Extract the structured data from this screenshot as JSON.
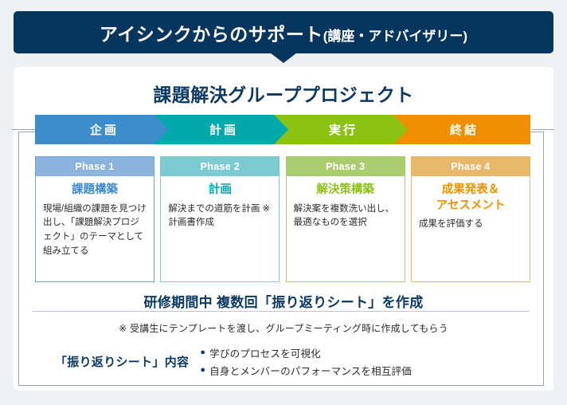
{
  "banner": {
    "title_main": "アイシンクからのサポート",
    "title_sub": "(講座・アドバイザリー)",
    "arrow_icon": "triangle-down-icon",
    "color": "#06365e"
  },
  "card": {
    "main_title": "課題解決グループプロジェクト"
  },
  "process": {
    "steps": [
      {
        "label": "企画",
        "color": "#3d8dcc"
      },
      {
        "label": "計画",
        "color": "#00a9ac"
      },
      {
        "label": "実行",
        "color": "#8cc213"
      },
      {
        "label": "終結",
        "color": "#ef8f00"
      }
    ]
  },
  "phases": [
    {
      "header": "Phase 1",
      "title": "課題構築",
      "text": "現場/組織の課題を見つけ出し、「課題解決プロジェクト」のテーマとして組み立てる",
      "header_color": "#8ab4dd",
      "title_color": "#3d8dcc"
    },
    {
      "header": "Phase 2",
      "title": "計画",
      "text": "解決までの道筋を計画 ※計画書作成",
      "header_color": "#7dcbd2",
      "title_color": "#00a9ac"
    },
    {
      "header": "Phase 3",
      "title": "解決策構築",
      "text": "解決案を複数洗い出し、最適なものを選択",
      "header_color": "#a9cd6e",
      "title_color": "#8cc213"
    },
    {
      "header": "Phase 4",
      "title": "成果発表＆\nアセスメント",
      "text": "成果を評価する",
      "header_color": "#e8b96a",
      "title_color": "#f09000"
    }
  ],
  "sheet": {
    "title": "研修期間中 複数回「振り返りシート」を作成",
    "note": "※ 受講生にテンプレートを渡し、グループミーティング時に作成してもらう",
    "bullets_label": "「振り返りシート」内容",
    "bullets": [
      "学びのプロセスを可視化",
      "自身とメンバーのパフォーマンスを相互評価"
    ],
    "bullet_marker": "●"
  }
}
